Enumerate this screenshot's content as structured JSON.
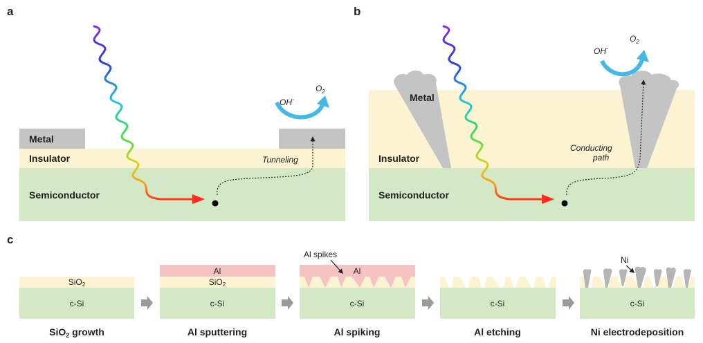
{
  "panels": {
    "a": {
      "letter": "a",
      "metal": "Metal",
      "insulator": "Insulator",
      "semiconductor": "Semiconductor",
      "process": "Tunneling",
      "oh": "OH",
      "oh_sup": "-",
      "o2": "O",
      "o2_sub": "2"
    },
    "b": {
      "letter": "b",
      "metal": "Metal",
      "insulator": "Insulator",
      "semiconductor": "Semiconductor",
      "process_line1": "Conducting",
      "process_line2": "path",
      "oh": "OH",
      "oh_sup": "-",
      "o2": "O",
      "o2_sub": "2"
    },
    "c": {
      "letter": "c",
      "steps": [
        {
          "title_main": "SiO",
          "title_sub": "2",
          "title_rest": " growth",
          "substrate": "c-Si",
          "oxide_main": "SiO",
          "oxide_sub": "2"
        },
        {
          "title": "Al sputtering",
          "substrate": "c-Si",
          "oxide_main": "SiO",
          "oxide_sub": "2",
          "top": "Al"
        },
        {
          "title": "Al spiking",
          "substrate": "c-Si",
          "top": "Al",
          "callout": "Al spikes"
        },
        {
          "title": "Al etching",
          "substrate": "c-Si"
        },
        {
          "title": "Ni electrodeposition",
          "substrate": "c-Si",
          "callout": "Ni"
        }
      ]
    }
  },
  "colors": {
    "semiconductor": "#d3e8c4",
    "insulator": "#fbf3d1",
    "metal": "#c4c4c4",
    "al": "#f5c4c2",
    "arrow_oh": "#45b9e6",
    "step_arrow": "#9a9a9a"
  }
}
